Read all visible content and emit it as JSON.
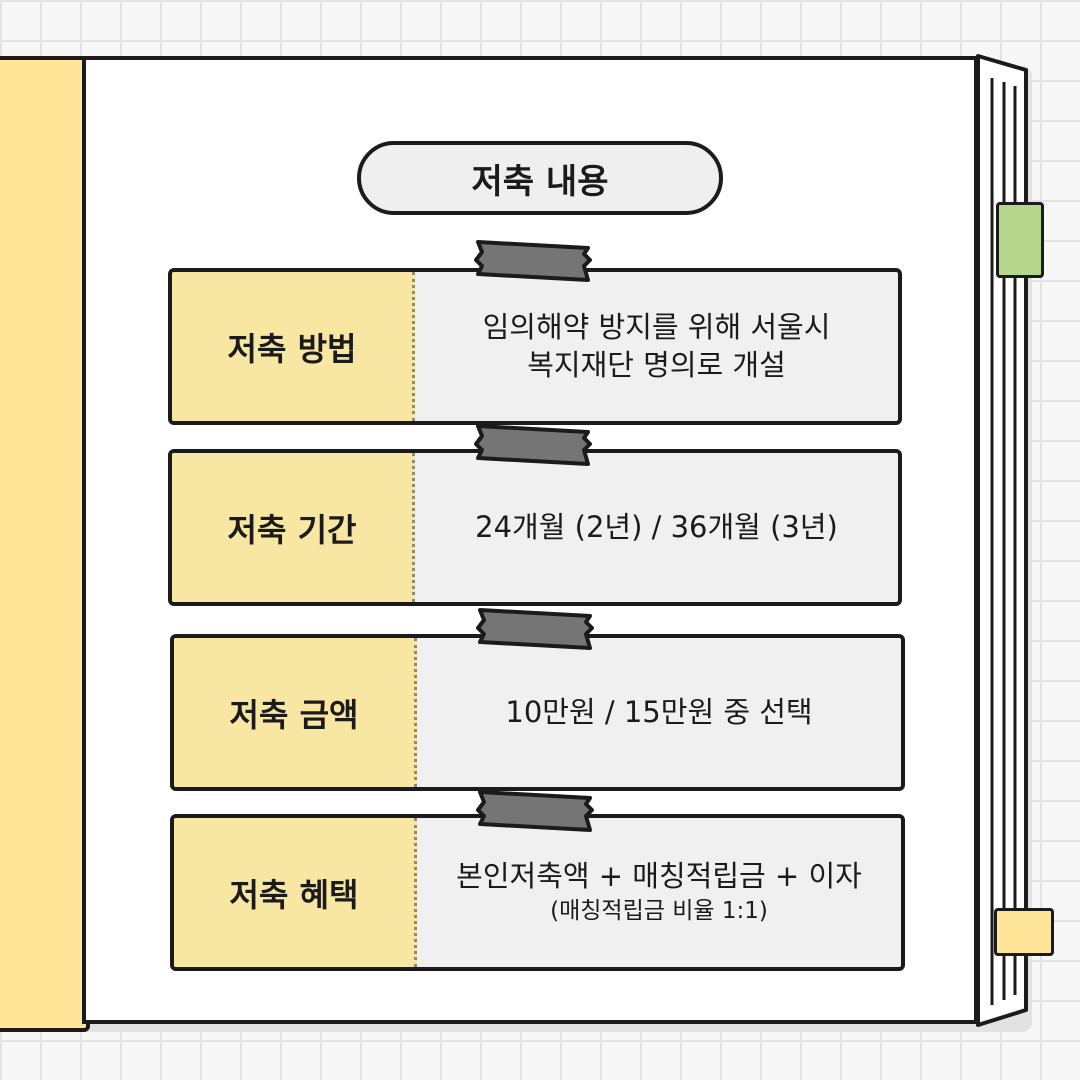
{
  "title": "저축 내용",
  "rows": [
    {
      "label": "저축 방법",
      "value_line1": "임의해약 방지를 위해 서울시",
      "value_line2": "복지재단 명의로 개설",
      "note": ""
    },
    {
      "label": "저축 기간",
      "value_line1": "24개월 (2년) / 36개월 (3년)",
      "value_line2": "",
      "note": ""
    },
    {
      "label": "저축 금액",
      "value_line1": "10만원 / 15만원 중 선택",
      "value_line2": "",
      "note": ""
    },
    {
      "label": "저축 혜택",
      "value_line1": "본인저축액 + 매칭적립금 + 이자",
      "value_line2": "",
      "note": "(매칭적립금 비율 1:1)"
    }
  ],
  "colors": {
    "label_bg": "#f8e6a3",
    "value_bg": "#f0f0f0",
    "binding": "#ffe597",
    "tab_green": "#b5d68c",
    "tape": "#757575",
    "outline": "#1b1b1b"
  },
  "icons": [
    "tape-strip",
    "bookmark-tab-green",
    "bookmark-tab-yellow"
  ]
}
